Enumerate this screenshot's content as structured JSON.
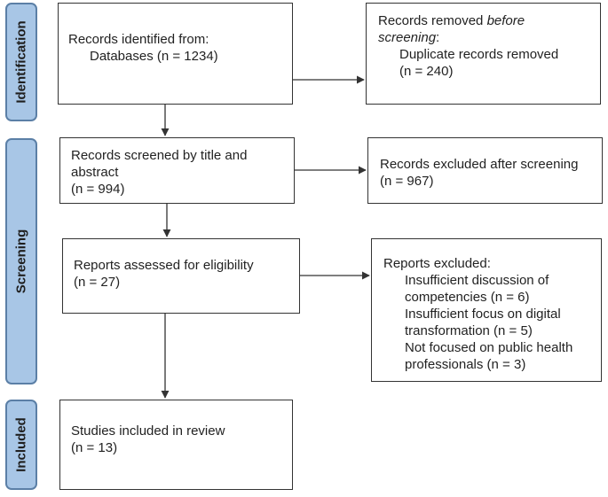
{
  "phases": {
    "identification": "Identification",
    "screening": "Screening",
    "included": "Included"
  },
  "identified": {
    "heading": "Records identified from:",
    "source": "Databases (n = 1234)"
  },
  "removed_before": {
    "heading_start": "Records removed ",
    "heading_em_1": "before",
    "heading_em_2": "screening",
    "heading_end": ":",
    "item": "Duplicate records removed",
    "count": "(n = 240)"
  },
  "screened": {
    "line1": "Records screened by title and",
    "line2": "abstract",
    "count": "(n = 994)"
  },
  "excluded_screening": {
    "heading": "Records excluded after screening",
    "count": "(n = 967)"
  },
  "assessed": {
    "heading": "Reports assessed for eligibility",
    "count": "(n = 27)"
  },
  "reports_excluded": {
    "heading": "Reports excluded:",
    "reasons": [
      "Insufficient discussion of",
      "competencies (n = 6)",
      "Insufficient focus on digital",
      "transformation (n = 5)",
      "Not focused on public health",
      "professionals (n = 3)"
    ]
  },
  "included_box": {
    "heading": "Studies included in review",
    "count": "(n = 13)"
  }
}
